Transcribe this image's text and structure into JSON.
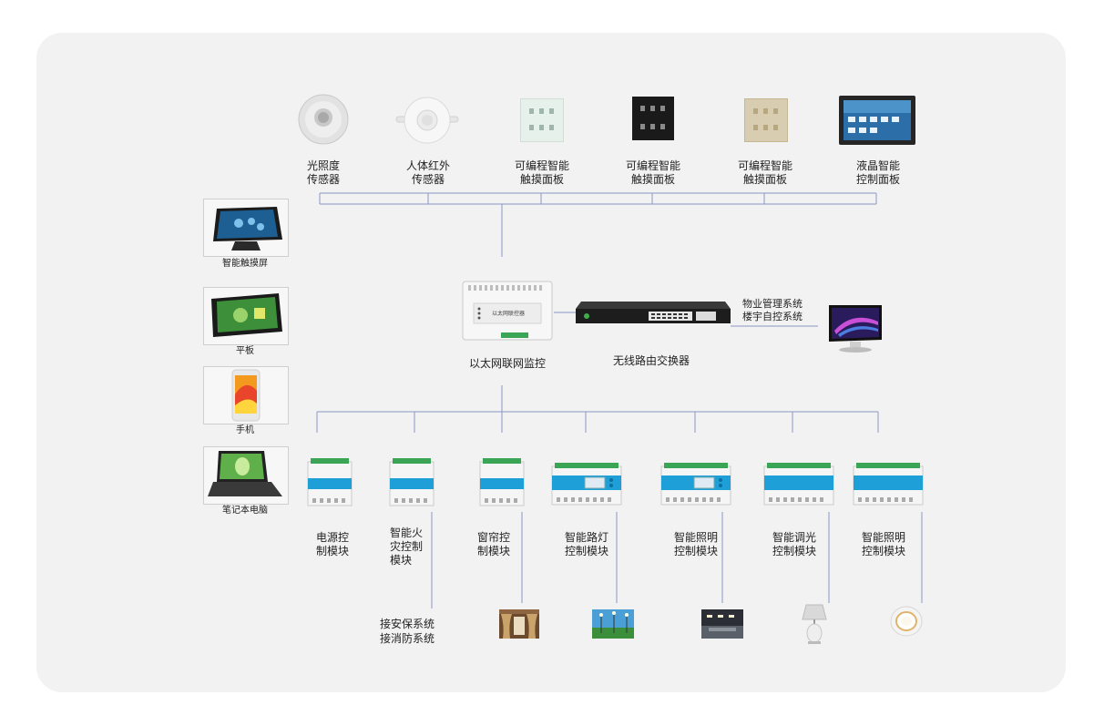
{
  "sensors": [
    {
      "name": "light-sensor",
      "label": "光照度\n传感器"
    },
    {
      "name": "pir-sensor",
      "label": "人体红外\n传感器"
    },
    {
      "name": "touch-panel-white",
      "label": "可编程智能\n触摸面板"
    },
    {
      "name": "touch-panel-black",
      "label": "可编程智能\n触摸面板"
    },
    {
      "name": "touch-panel-gold",
      "label": "可编程智能\n触摸面板"
    },
    {
      "name": "lcd-panel",
      "label": "液晶智能\n控制面板"
    }
  ],
  "clients": [
    {
      "name": "smart-touchscreen",
      "label": "智能触摸屏"
    },
    {
      "name": "tablet",
      "label": "平板"
    },
    {
      "name": "phone",
      "label": "手机"
    },
    {
      "name": "laptop",
      "label": "笔记本电脑"
    }
  ],
  "center": {
    "controller_label": "以太网联网监控",
    "controller_text": "以太网联控器",
    "router_label": "无线路由交换器",
    "bms_label": "物业管理系统\n楼宇自控系统"
  },
  "modules": [
    {
      "name": "power-module",
      "label": "电源控\n制模块"
    },
    {
      "name": "fire-module",
      "label": "智能火\n灾控制\n模块"
    },
    {
      "name": "curtain-module",
      "label": "窗帘控\n制模块"
    },
    {
      "name": "streetlight-module",
      "label": "智能路灯\n控制模块"
    },
    {
      "name": "lighting-module-1",
      "label": "智能照明\n控制模块"
    },
    {
      "name": "dimming-module",
      "label": "智能调光\n控制模块"
    },
    {
      "name": "lighting-module-2",
      "label": "智能照明\n控制模块"
    }
  ],
  "security_label": "接安保系统\n接消防系统",
  "colors": {
    "wire": "#7f8fbf",
    "panel": "#f2f2f2",
    "module_stripe": "#1e9fd8"
  }
}
